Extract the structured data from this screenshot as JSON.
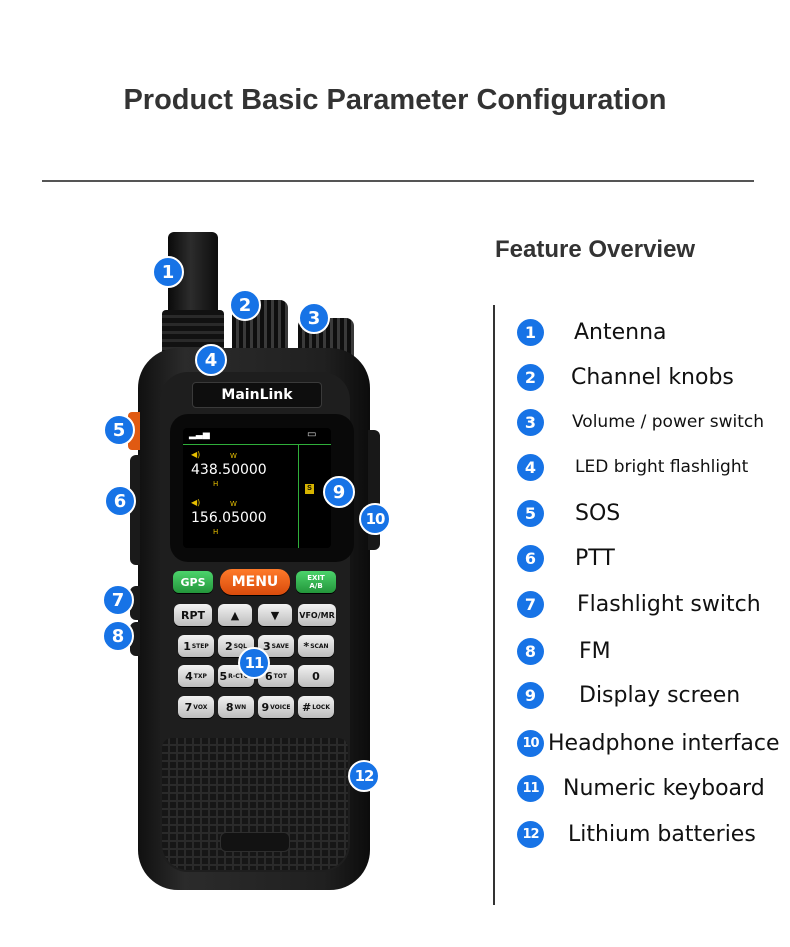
{
  "header": {
    "title": "Product Basic Parameter Configuration"
  },
  "overview": {
    "heading": "Feature Overview"
  },
  "features": [
    {
      "num": "1",
      "label": "Antenna"
    },
    {
      "num": "2",
      "label": "Channel knobs"
    },
    {
      "num": "3",
      "label": "Volume / power switch"
    },
    {
      "num": "4",
      "label": "LED bright flashlight"
    },
    {
      "num": "5",
      "label": "SOS"
    },
    {
      "num": "6",
      "label": "PTT"
    },
    {
      "num": "7",
      "label": "Flashlight switch"
    },
    {
      "num": "8",
      "label": "FM"
    },
    {
      "num": "9",
      "label": "Display screen"
    },
    {
      "num": "10",
      "label": "Headphone interface"
    },
    {
      "num": "11",
      "label": "Numeric keyboard"
    },
    {
      "num": "12",
      "label": "Lithium batteries"
    }
  ],
  "radio": {
    "brand": "MainLink",
    "screen": {
      "freq_a": "438.50000",
      "freq_b": "156.05000",
      "mark_w": "W",
      "mark_h": "H",
      "side_icon": "S"
    },
    "keys": {
      "gps": "GPS",
      "menu": "MENU",
      "exit": "EXIT",
      "exit_sub": "A/B",
      "rpt": "RPT",
      "up": "▲",
      "down": "▼",
      "vfo": "VFO/MR",
      "k1": "1",
      "k1s": "STEP",
      "k2": "2",
      "k2s": "SQL",
      "k3": "3",
      "k3s": "SAVE",
      "kstar": "*",
      "kstars": "SCAN",
      "k4": "4",
      "k4s": "TXP",
      "k5": "5",
      "k5s": "R-CTCS",
      "k6": "6",
      "k6s": "TOT",
      "k0": "0",
      "k7": "7",
      "k7s": "VOX",
      "k8": "8",
      "k8s": "WN",
      "k9": "9",
      "k9s": "VOICE",
      "khash": "#",
      "khashs": "LOCK"
    }
  },
  "colors": {
    "badge_blue": "#1773e6",
    "menu_orange": "#e9651a",
    "gps_green": "#2fb24b"
  }
}
